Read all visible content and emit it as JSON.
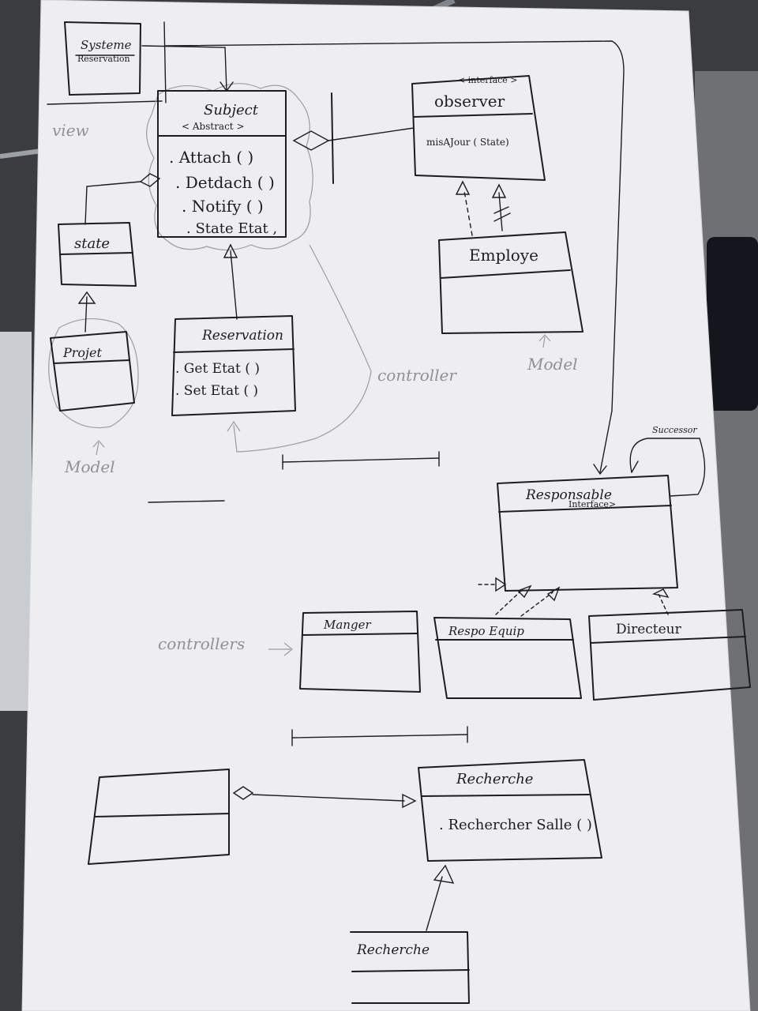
{
  "sheet": {
    "paper_color": "#eeeef1",
    "ink_color": "#1c1d22",
    "pencil_color": "#8e9198",
    "desk_color": "#3b3c3f"
  },
  "classes": {
    "systeme": {
      "title": "Systeme",
      "subtitle": "Reservation"
    },
    "subject": {
      "title": "Subject",
      "stereotype": "< Abstract >",
      "methods": [
        ". Attach ( )",
        ". Detdach ( )",
        ". Notify ( )",
        ". State  Etat ,"
      ]
    },
    "observer": {
      "stereotype": "< interface >",
      "title": "observer",
      "methods": [
        "misAJour ( State)"
      ]
    },
    "state": {
      "title": "state"
    },
    "projet": {
      "title": "Projet"
    },
    "reservation": {
      "title": "Reservation",
      "methods": [
        ". Get Etat ( )",
        ". Set Etat ( )"
      ]
    },
    "employe": {
      "title": "Employe"
    },
    "responsable": {
      "title": "Responsable",
      "stereotype": "Interface>"
    },
    "manager": {
      "title": "Manger"
    },
    "respo_equipe": {
      "title": "Respo Equip"
    },
    "directeur": {
      "title": "Directeur"
    },
    "recherche": {
      "title": "Recherche",
      "methods": [
        ". Rechercher Salle ( )"
      ]
    },
    "recherche_sub": {
      "title": "Recherche"
    }
  },
  "annotations": {
    "view": "view",
    "controller": "controller",
    "model_right": "Model",
    "model_left": "Model",
    "controllers": "controllers",
    "successor": "Successor"
  }
}
